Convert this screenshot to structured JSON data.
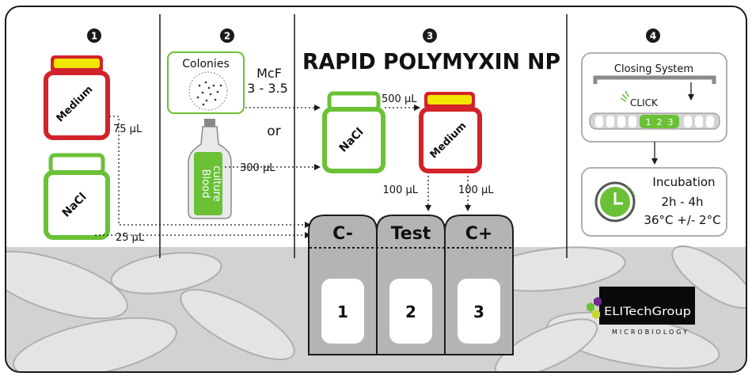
{
  "title": "RAPID POLYMYXIN NP",
  "steps": {
    "s1": {
      "number": "1",
      "medium_label": "Medium",
      "nacl_label": "NaCl",
      "vol_top": "75 µL",
      "vol_bottom": "25 µL"
    },
    "s2": {
      "number": "2",
      "colonies_label": "Colonies",
      "mcf_label": "McF",
      "mcf_range": "3 - 3.5",
      "or_label": "or",
      "blood_line1": "Blood",
      "blood_line2": "culture",
      "blood_vol": "300 µL"
    },
    "s3": {
      "number": "3",
      "nacl_label": "NaCl",
      "medium_label": "Medium",
      "vol_top": "500 µL",
      "vol_left": "100 µL",
      "vol_right": "100 µL",
      "wells": [
        {
          "header": "C-",
          "index": "1"
        },
        {
          "header": "Test",
          "index": "2"
        },
        {
          "header": "C+",
          "index": "3"
        }
      ]
    },
    "s4": {
      "number": "4",
      "closing_label": "Closing System",
      "click_label": "CLICK",
      "slot_labels": [
        "1",
        "2",
        "3"
      ],
      "incubation_title": "Incubation",
      "incubation_time": "2h - 4h",
      "incubation_temp": "36°C +/- 2°C"
    }
  },
  "brand": {
    "logo_text": "ELITechGroup",
    "tagline": "MICROBIOLOGY"
  },
  "colors": {
    "red": "#d2232a",
    "green": "#6ac136",
    "yellow": "#f2e500",
    "gray_panel": "#b4b4b4",
    "dark": "#1a1a1a"
  }
}
